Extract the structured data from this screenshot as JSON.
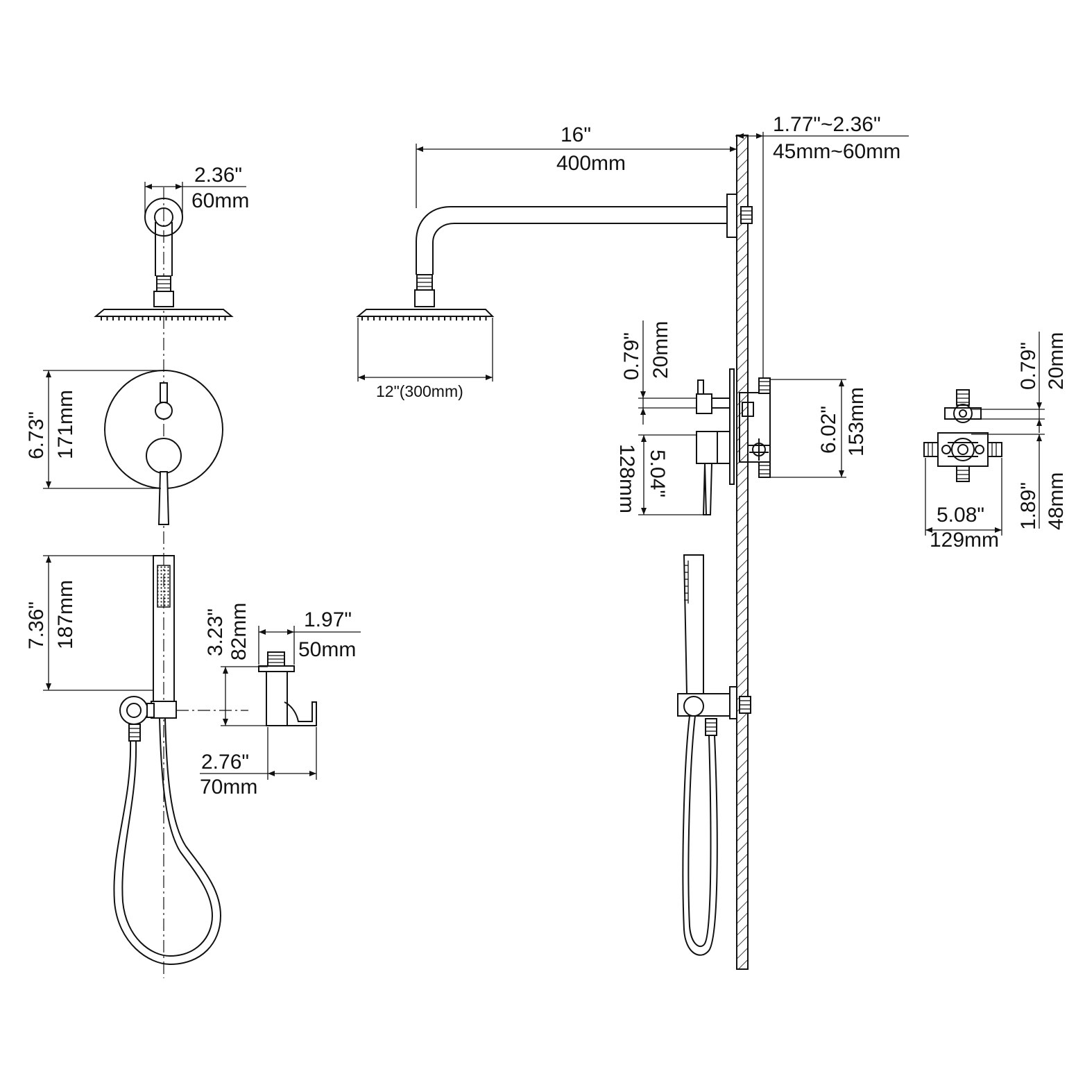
{
  "dimensions": {
    "arm_depth_in": "2.36\"",
    "arm_depth_mm": "60mm",
    "panel_height_in": "6.73\"",
    "panel_height_mm": "171mm",
    "handheld_length_in": "7.36\"",
    "handheld_length_mm": "187mm",
    "holder_height_in": "3.23\"",
    "holder_height_mm": "82mm",
    "holder_depth_in": "1.97\"",
    "holder_depth_mm": "50mm",
    "holder_width_in": "2.76\"",
    "holder_width_mm": "70mm",
    "arm_length_in": "16\"",
    "arm_length_mm": "400mm",
    "wall_range_in": "1.77\"~2.36\"",
    "wall_range_mm": "45mm~60mm",
    "head_size": "12\"(300mm)",
    "diverter_offset_in": "0.79\"",
    "diverter_offset_mm": "20mm",
    "handle_projection_in": "5.04\"",
    "handle_projection_mm": "128mm",
    "valve_height_in": "6.02\"",
    "valve_height_mm": "153mm",
    "valve_offset_in": "0.79\"",
    "valve_offset_mm": "20mm",
    "valve_width_in": "5.08\"",
    "valve_width_mm": "129mm",
    "valve_drop_in": "1.89\"",
    "valve_drop_mm": "48mm"
  }
}
